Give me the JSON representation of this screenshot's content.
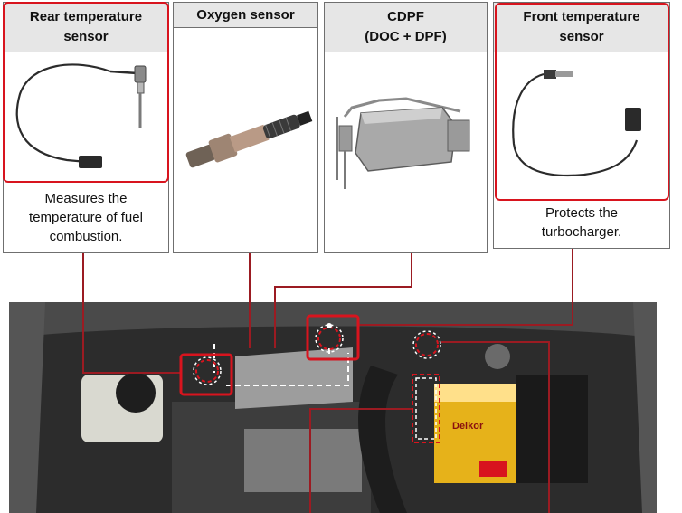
{
  "cards": {
    "rear": {
      "title_line1": "Rear temperature",
      "title_line2": "sensor",
      "desc_line1": "Measures the",
      "desc_line2": "temperature of fuel",
      "desc_line3": "combustion."
    },
    "oxygen": {
      "title_line1": "Oxygen sensor"
    },
    "cdpf": {
      "title_line1": "CDPF",
      "title_line2": "(DOC + DPF)"
    },
    "front": {
      "title_line1": "Front temperature",
      "title_line2": "sensor",
      "desc_line1": "Protects the",
      "desc_line2": "turbocharger."
    }
  },
  "colors": {
    "highlight_red": "#d8141e",
    "leader_line": "#9b1b22",
    "header_gray": "#e6e6e6",
    "border_gray": "#6f6f6f"
  },
  "engine_photo": {
    "battery_brand": "Delkor"
  }
}
